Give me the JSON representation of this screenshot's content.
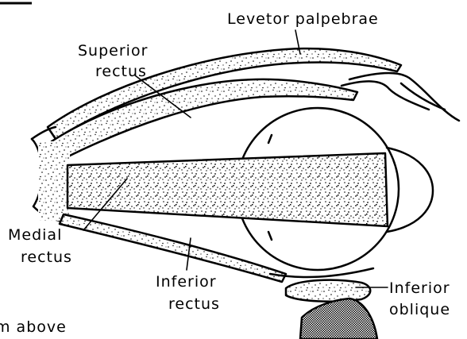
{
  "labels": {
    "levator": "Levetor palpebrae",
    "superior_1": "Superior",
    "superior_2": "rectus",
    "medial_1": "Medial",
    "medial_2": "rectus",
    "inferior_1": "Inferior",
    "inferior_2": "rectus",
    "oblique_1": "Inferior",
    "oblique_2": "oblique",
    "caption_fragment": "m above"
  }
}
